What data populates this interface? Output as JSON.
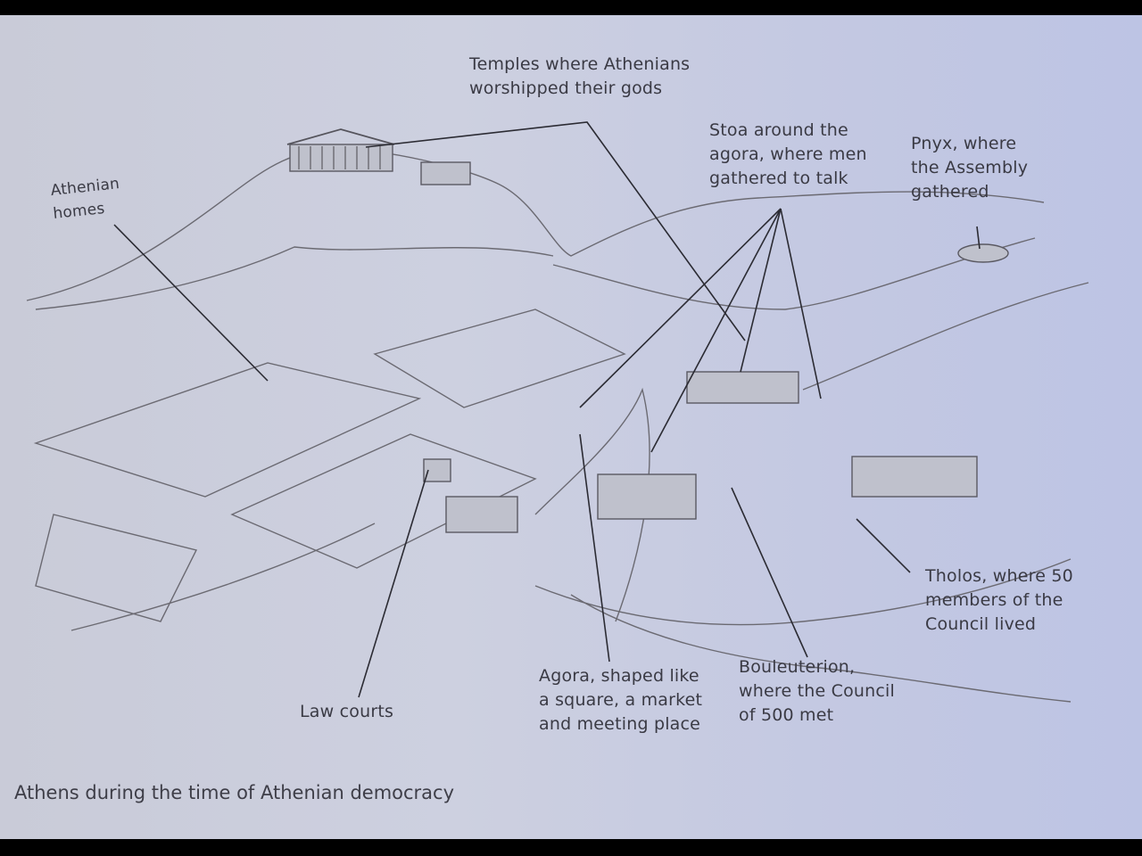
{
  "figure": {
    "title": "Athens during the time of Athenian democracy",
    "labels": [
      {
        "id": "temples",
        "text": "Temples where Athenians\nworshipped their gods"
      },
      {
        "id": "stoa",
        "text": "Stoa around the\nagora, where men\ngathered to talk"
      },
      {
        "id": "pnyx",
        "text": "Pnyx, where\nthe Assembly\ngathered"
      },
      {
        "id": "homes",
        "text": "Athenian\nhomes"
      },
      {
        "id": "tholos",
        "text": "Tholos, where 50\nmembers of the\nCouncil lived"
      },
      {
        "id": "bouleuterion",
        "text": "Bouleuterion,\nwhere the Council\nof 500 met"
      },
      {
        "id": "agora",
        "text": "Agora, shaped like\na square, a market\nand meeting place"
      },
      {
        "id": "lawcourts",
        "text": "Law courts"
      }
    ]
  },
  "colors": {
    "page": "#c9cce0",
    "ink": "#3a3a44",
    "frame": "#000000"
  }
}
